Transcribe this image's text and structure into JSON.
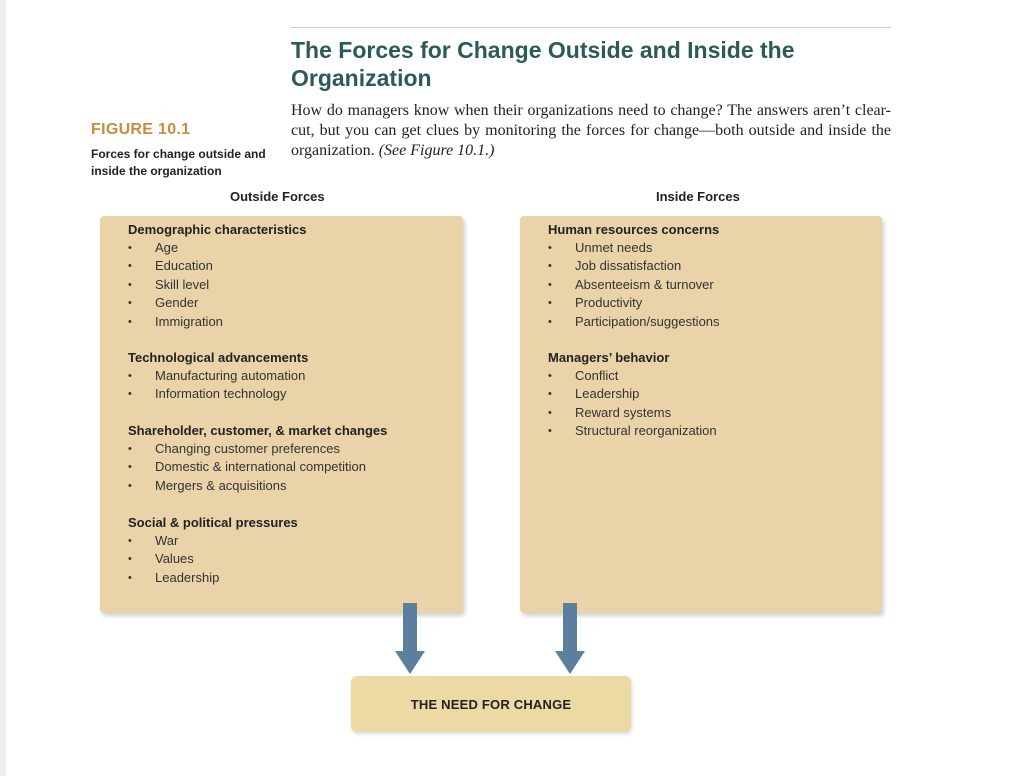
{
  "section_title": "The Forces for Change Outside and Inside the Organization",
  "intro": {
    "text": "How do managers know when their organizations need to change? The answers aren’t clear-cut, but you can get clues by monitoring the forces for change—both outside and inside the organization.",
    "figure_ref": "(See Figure 10.1.)"
  },
  "figure": {
    "label": "FIGURE 10.1",
    "caption": "Forces for change outside and inside the organization"
  },
  "bullet_glyph": "•",
  "outside": {
    "heading": "Outside Forces",
    "groups": [
      {
        "title": "Demographic characteristics",
        "items": [
          "Age",
          "Education",
          "Skill level",
          "Gender",
          "Immigration"
        ]
      },
      {
        "title": "Technological advancements",
        "items": [
          "Manufacturing automation",
          "Information technology"
        ]
      },
      {
        "title": "Shareholder, customer, & market changes",
        "items": [
          "Changing customer preferences",
          "Domestic & international competition",
          "Mergers & acquisitions"
        ]
      },
      {
        "title": "Social & political pressures",
        "items": [
          "War",
          "Values",
          "Leadership"
        ]
      }
    ]
  },
  "inside": {
    "heading": "Inside Forces",
    "groups": [
      {
        "title": "Human resources concerns",
        "items": [
          "Unmet needs",
          "Job dissatisfaction",
          "Absenteeism & turnover",
          "Productivity",
          "Participation/suggestions"
        ]
      },
      {
        "title": "Managers’ behavior",
        "items": [
          "Conflict",
          "Leadership",
          "Reward systems",
          "Structural reorganization"
        ]
      }
    ]
  },
  "need_box": {
    "label": "THE NEED FOR CHANGE"
  },
  "colors": {
    "title": "#2c5b57",
    "figure_label": "#c98b3d",
    "box_fill": "#ead3a9",
    "need_fill": "#ecd9a4",
    "arrow": "#5b7f9c"
  }
}
